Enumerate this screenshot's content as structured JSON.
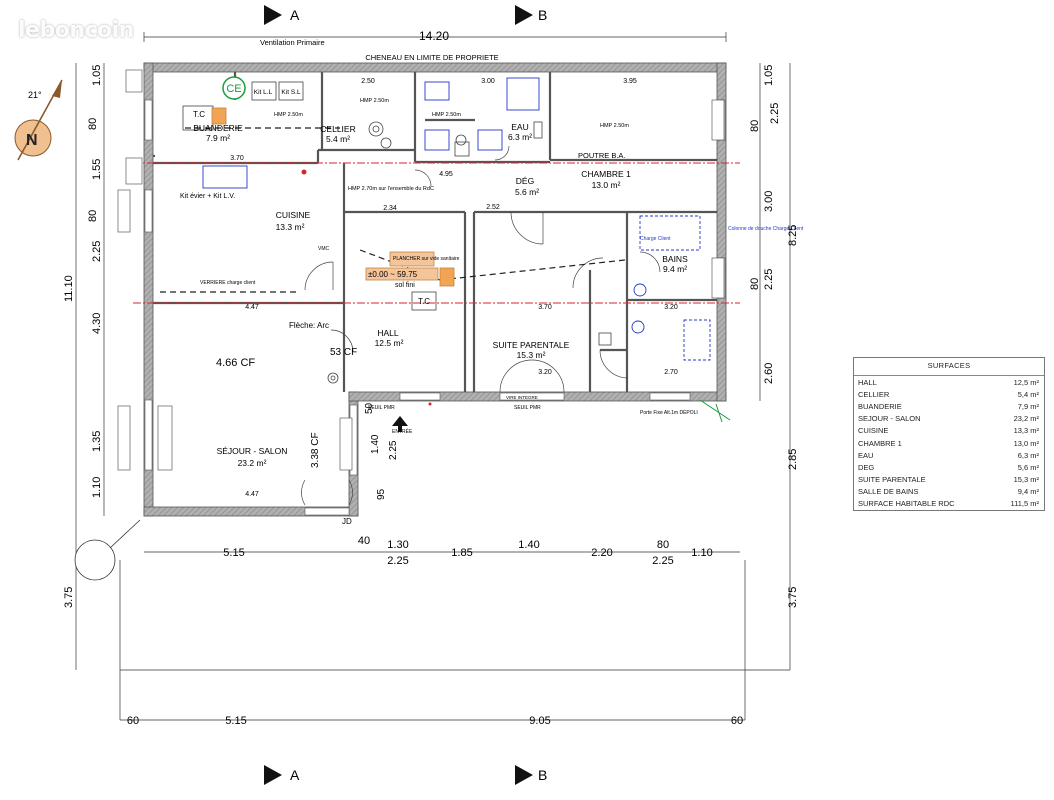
{
  "watermark": "leboncoin",
  "total_width": "14.20",
  "gutter_label": "CHENEAU EN LIMITE DE PROPRIETE",
  "ventilation_label": "Ventilation Primaire",
  "section_a": "A",
  "section_b": "B",
  "north_angle": "21°",
  "rooms": {
    "cuisine": {
      "name": "CUISINE",
      "area": "13.3 m²"
    },
    "sejour": {
      "name": "SÉJOUR - SALON",
      "area": "23.2 m²"
    },
    "buanderie": {
      "name": "BUANDERIE",
      "area": "7.9 m²"
    },
    "cellier": {
      "name": "CELLIER",
      "area": "5.4 m²"
    },
    "eau": {
      "name": "EAU",
      "area": "6.3 m²"
    },
    "deg": {
      "name": "DÉG",
      "area": "5.6 m²"
    },
    "chambre1": {
      "name": "CHAMBRE 1",
      "area": "13.0 m²"
    },
    "bains": {
      "name": "BAINS",
      "area": "9.4 m²"
    },
    "hall": {
      "name": "HALL",
      "area": "12.5 m²"
    },
    "suite": {
      "name": "SUITE PARENTALE",
      "area": "15.3 m²"
    }
  },
  "labels": {
    "ce": "CE",
    "tc": "T.C",
    "kit_ll": "Kit L.L",
    "kit_sl": "Kit S.L",
    "kit_evier": "Kit évier + Kit L.V.",
    "hmp1": "HMP 2.50m",
    "hmp2": "HMP 2.50m",
    "hmp3": "HMP 2.50m",
    "hmp4": "HMP 2.50m",
    "hmp_hall": "HMP 2.70m sur l'ensemble du RdC",
    "poutre": "POUTRE B.A.",
    "plancher": "PLANCHER sur vide sanitaire",
    "level": "±0.00 ~ 59.75",
    "sol_fini": "sol fini",
    "fleche": "Flèche: Arc",
    "cf1": "4.66 CF",
    "cf2": "3.38 CF",
    "cf3": "53 CF",
    "entree": "ENTRÉE",
    "seuil1": "SEUIL PMR",
    "seuil2": "SEUIL PMR",
    "verriere": "VERRIERE charge client",
    "vmc": "VMC",
    "charge_client": "Charge Client",
    "colonne": "Colonne de douche Charge Client",
    "depoli": "Porte Fixe Alt.1m DÉPOLI",
    "jd": "JD",
    "vire_integre": "VIRE INTEGRE",
    "tc2": "T.C"
  },
  "dims_top": [
    "2.50",
    "3.95",
    "3.70",
    "4.95",
    "2.52",
    "2.34",
    "3.00"
  ],
  "dims_inner": [
    "4.47",
    "3.70",
    "2.70",
    "3.20",
    "4.47",
    "3.20"
  ],
  "dims_left": [
    "1.05",
    "80",
    "1.55",
    "80",
    "2.25",
    "11.10",
    "4.30",
    "1.35",
    "1.10",
    "3.75"
  ],
  "dims_right": [
    "1.05",
    "2.25",
    "80",
    "3.00",
    "8.25",
    "2.25",
    "80",
    "2.60",
    "2.85",
    "3.75"
  ],
  "dims_bottom1": [
    "5.15",
    "1.30",
    "1.85",
    "1.40",
    "2.20",
    "80",
    "1.10",
    "40"
  ],
  "dims_bottom2": [
    "2.25",
    "2.25"
  ],
  "dims_bottom3": [
    "60",
    "5.15",
    "9.05",
    "60"
  ],
  "misc_dims": [
    "50",
    "1.40",
    "95",
    "2.25"
  ],
  "surfaces": {
    "title": "SURFACES",
    "rows": [
      {
        "name": "HALL",
        "value": "12,5 m²"
      },
      {
        "name": "CELLIER",
        "value": "5,4 m²"
      },
      {
        "name": "BUANDERIE",
        "value": "7,9 m²"
      },
      {
        "name": "SEJOUR - SALON",
        "value": "23,2 m²"
      },
      {
        "name": "CUISINE",
        "value": "13,3 m²"
      },
      {
        "name": "CHAMBRE 1",
        "value": "13,0 m²"
      },
      {
        "name": "EAU",
        "value": "6,3 m²"
      },
      {
        "name": "DEG",
        "value": "5,6 m²"
      },
      {
        "name": "SUITE PARENTALE",
        "value": "15,3 m²"
      },
      {
        "name": "SALLE DE BAINS",
        "value": "9,4 m²"
      },
      {
        "name": "SURFACE HABITABLE RDC",
        "value": "111,5 m²"
      }
    ]
  },
  "colors": {
    "wall": "#8a8a8a",
    "accent_red": "#d8262b",
    "accent_blue": "#2338c8",
    "accent_green": "#1a9c3c",
    "accent_orange": "#e8a35a",
    "dim_line": "#333333"
  }
}
